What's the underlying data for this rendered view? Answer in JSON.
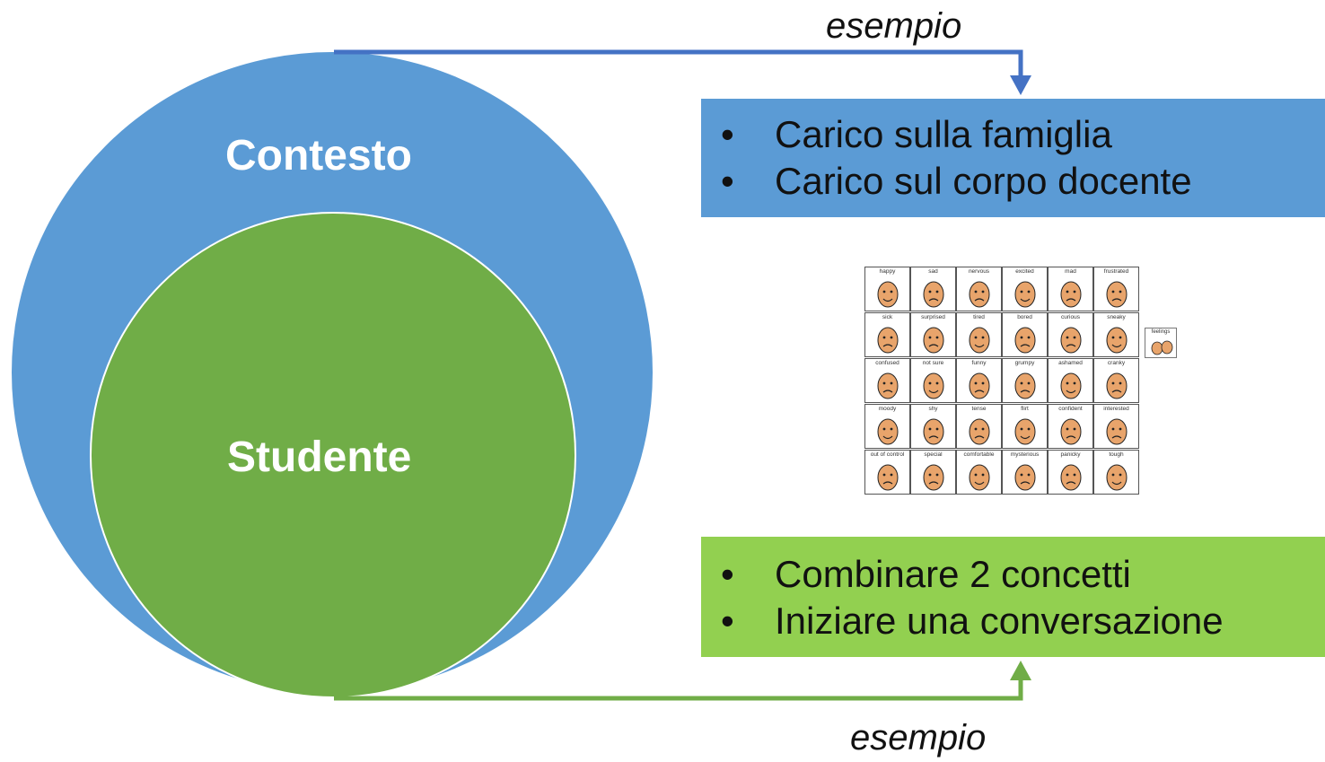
{
  "colors": {
    "outer_circle": "#5b9bd5",
    "inner_circle": "#70ad47",
    "top_box": "#5b9bd5",
    "bottom_box": "#92d050",
    "top_arrow": "#4472c4",
    "bottom_arrow": "#70ad47",
    "face_skin": "#e8a46b",
    "face_stroke": "#222222"
  },
  "circles": {
    "outer_label": "Contesto",
    "inner_label": "Studente"
  },
  "top_connector": {
    "label": "esempio"
  },
  "bottom_connector": {
    "label": "esempio"
  },
  "top_box": {
    "bullet": "•",
    "items": [
      "Carico sulla famiglia",
      "Carico sul corpo docente"
    ]
  },
  "bottom_box": {
    "bullet": "•",
    "items": [
      "Combinare 2 concetti",
      "Iniziare una conversazione"
    ]
  },
  "feelings_board": {
    "rows": [
      [
        "happy",
        "sad",
        "nervous",
        "excited",
        "mad",
        "frustrated"
      ],
      [
        "sick",
        "surprised",
        "tired",
        "bored",
        "curious",
        "sneaky"
      ],
      [
        "confused",
        "not sure",
        "funny",
        "grumpy",
        "ashamed",
        "cranky"
      ],
      [
        "moody",
        "shy",
        "tense",
        "flirt",
        "confident",
        "interested"
      ],
      [
        "out of control",
        "special",
        "comfortable",
        "mysterious",
        "panicky",
        "tough"
      ]
    ],
    "side_label": "feelings"
  }
}
